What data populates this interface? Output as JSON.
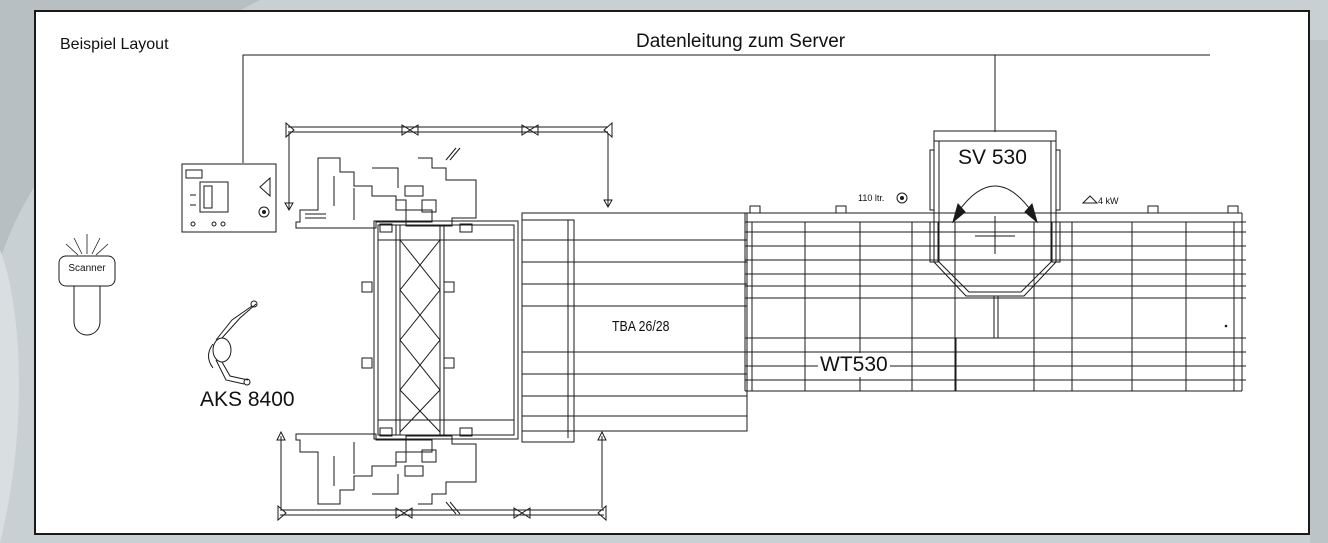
{
  "layout_title": "Beispiel Layout",
  "data_line_label": "Datenleitung zum Server",
  "labels": {
    "scanner": "Scanner",
    "aks": "AKS 8400",
    "tba": "TBA 26/28",
    "wt": "WT530",
    "sv": "SV 530",
    "oil": "110 ltr.",
    "power": "4 kW"
  },
  "colors": {
    "background": "#c9d0d3",
    "sheet": "#ffffff",
    "line": "#1a1a1a"
  }
}
